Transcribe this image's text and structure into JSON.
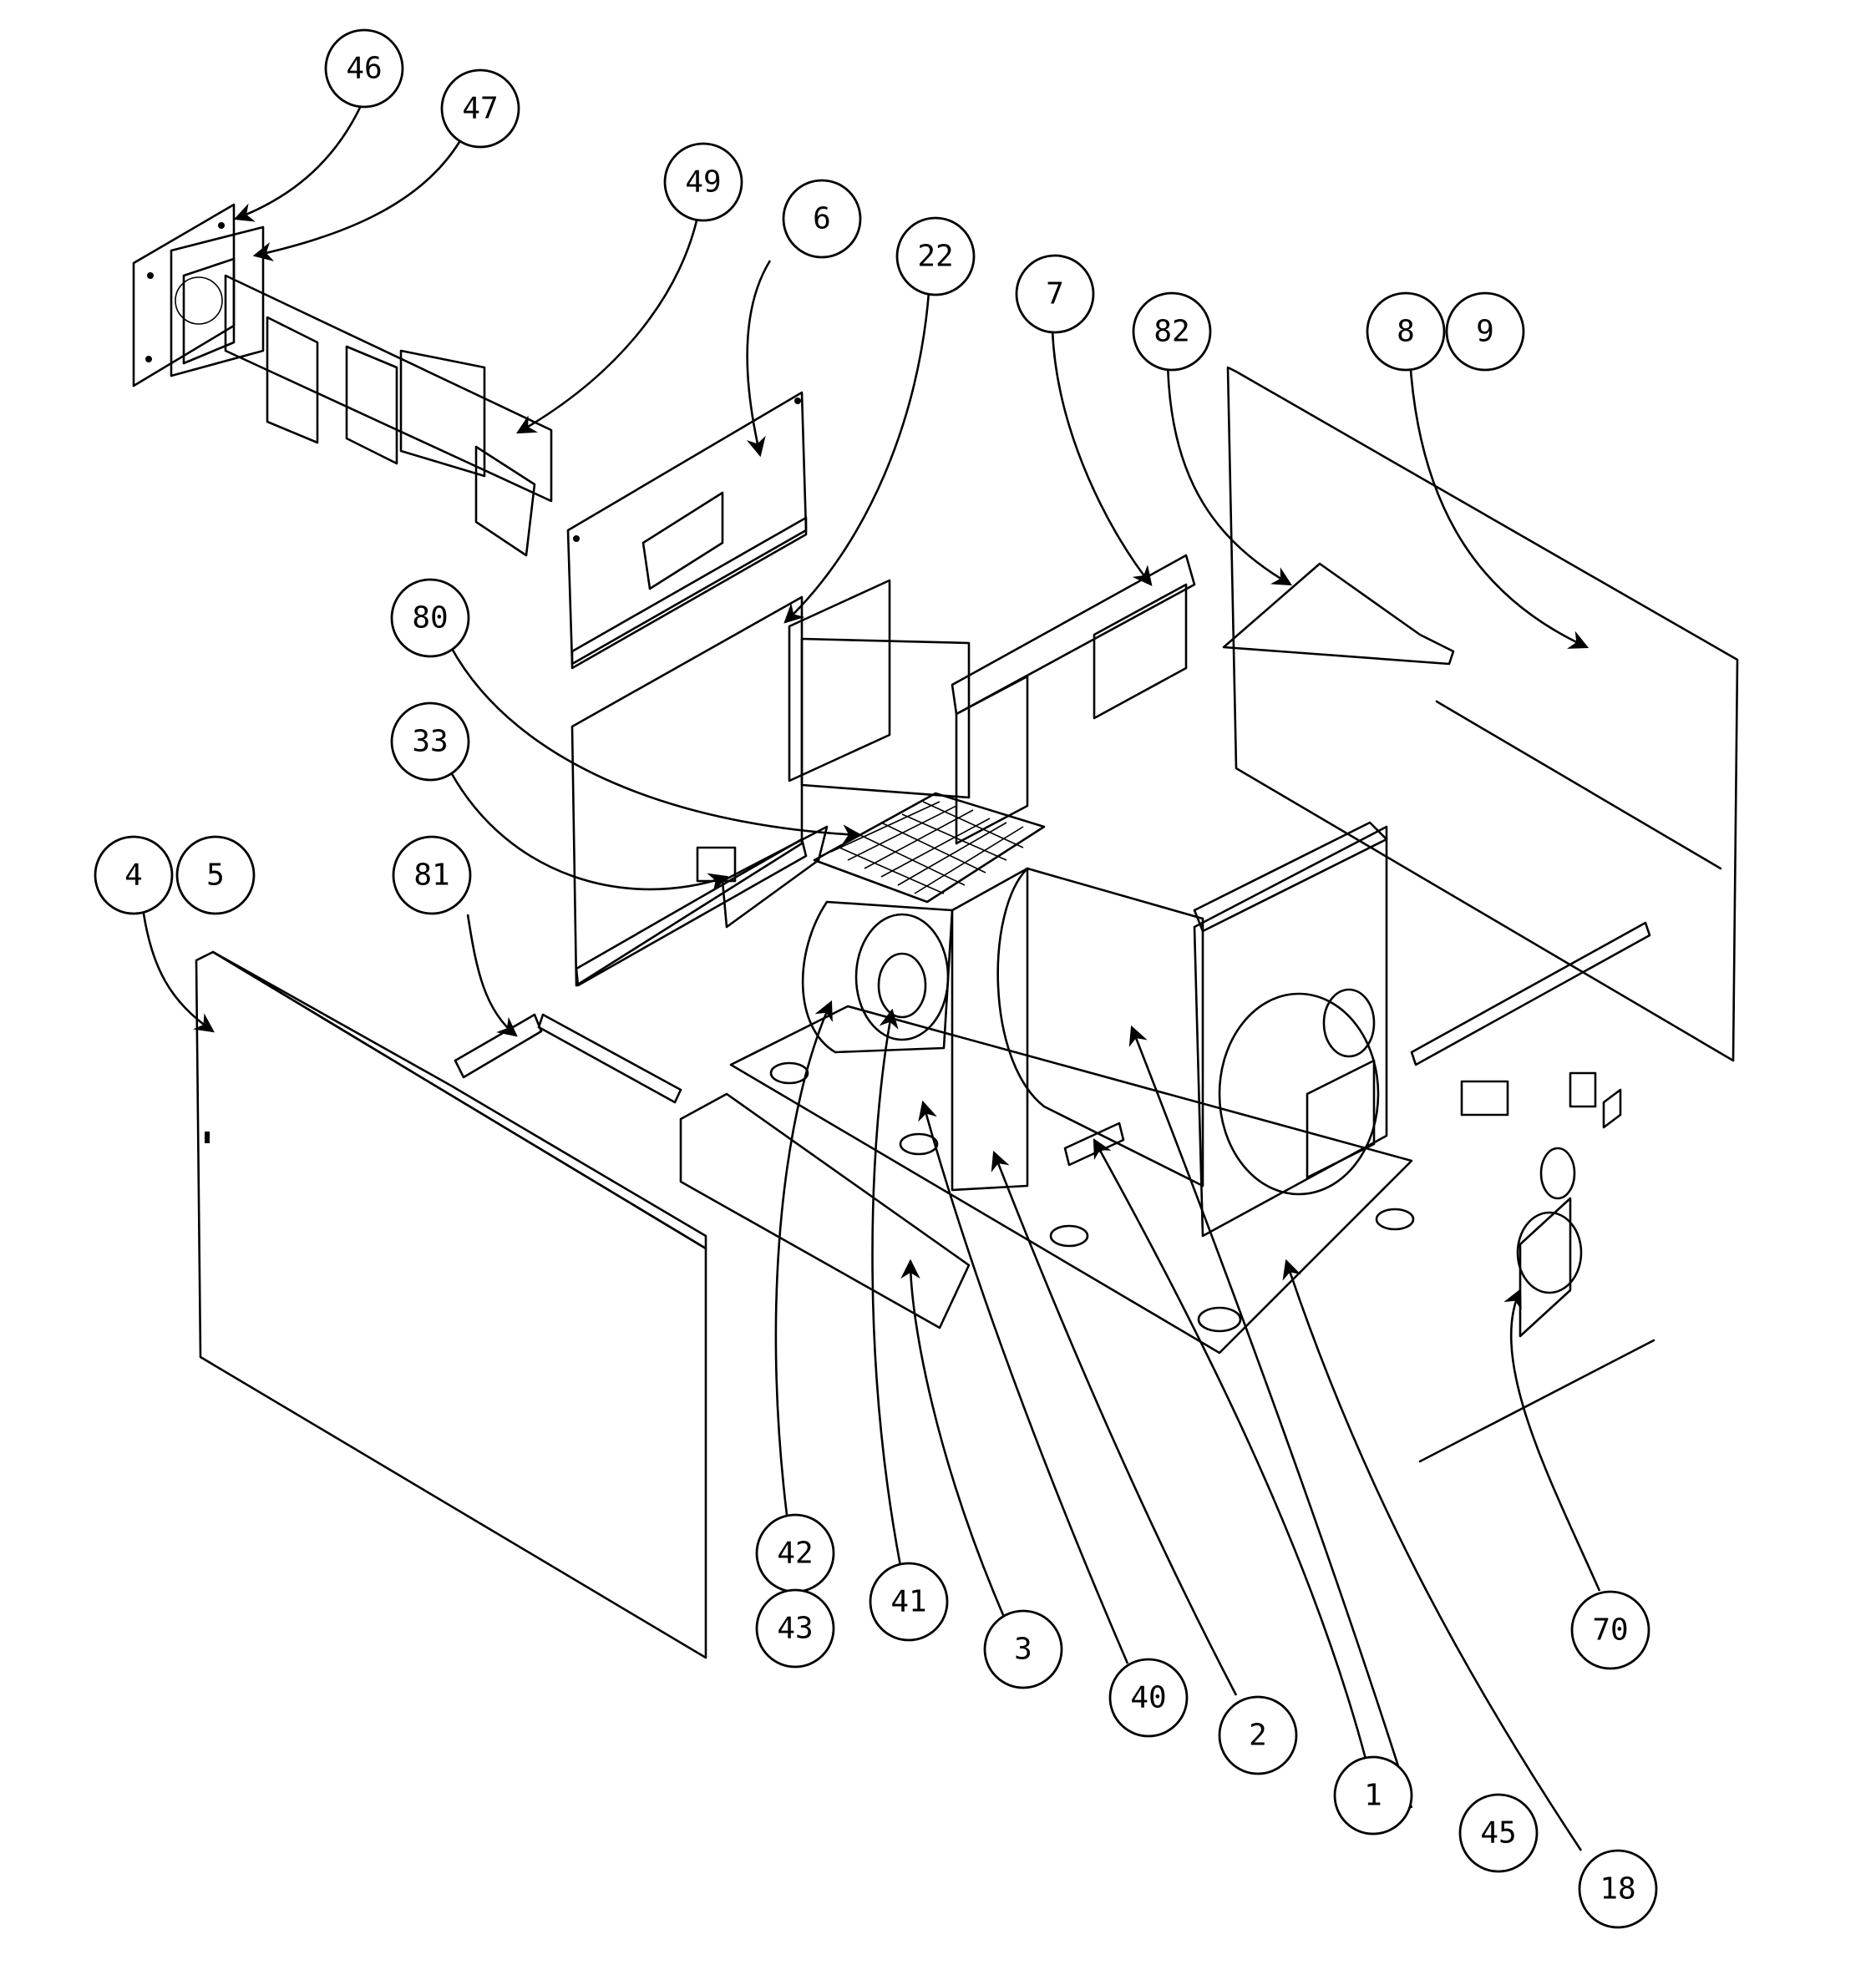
{
  "callouts": {
    "c46": "46",
    "c47": "47",
    "c49": "49",
    "c6": "6",
    "c22": "22",
    "c7": "7",
    "c82": "82",
    "c8": "8",
    "c9": "9",
    "c80": "80",
    "c33": "33",
    "c4": "4",
    "c5": "5",
    "c81": "81",
    "c42": "42",
    "c43": "43",
    "c41": "41",
    "c3": "3",
    "c40": "40",
    "c2": "2",
    "c1": "1",
    "c45": "45",
    "c18": "18",
    "c70": "70"
  }
}
